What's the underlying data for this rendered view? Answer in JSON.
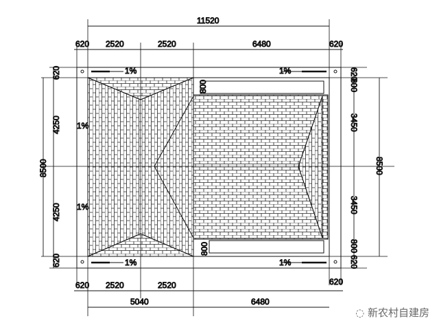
{
  "drawing": {
    "top_overall": "11520",
    "top_segments": [
      "620",
      "2520",
      "2520",
      "6480",
      "620"
    ],
    "bottom_segments": [
      "620",
      "2520",
      "2520",
      "620"
    ],
    "bottom_overall": [
      "5040",
      "6480"
    ],
    "left_overall": "8500",
    "left_segments": [
      "620",
      "4250",
      "4250",
      "620"
    ],
    "right_overall": "8500",
    "right_segments": [
      "620",
      "800",
      "3450",
      "3450",
      "800",
      "620"
    ],
    "inner_band_label_top": "800",
    "inner_band_label_bottom": "800",
    "slope_labels": [
      "1%",
      "1%",
      "1%",
      "1%",
      "1%",
      "1%"
    ]
  },
  "watermark": "新农村自建房",
  "colors": {
    "line": "#111111",
    "background": "#ffffff"
  }
}
